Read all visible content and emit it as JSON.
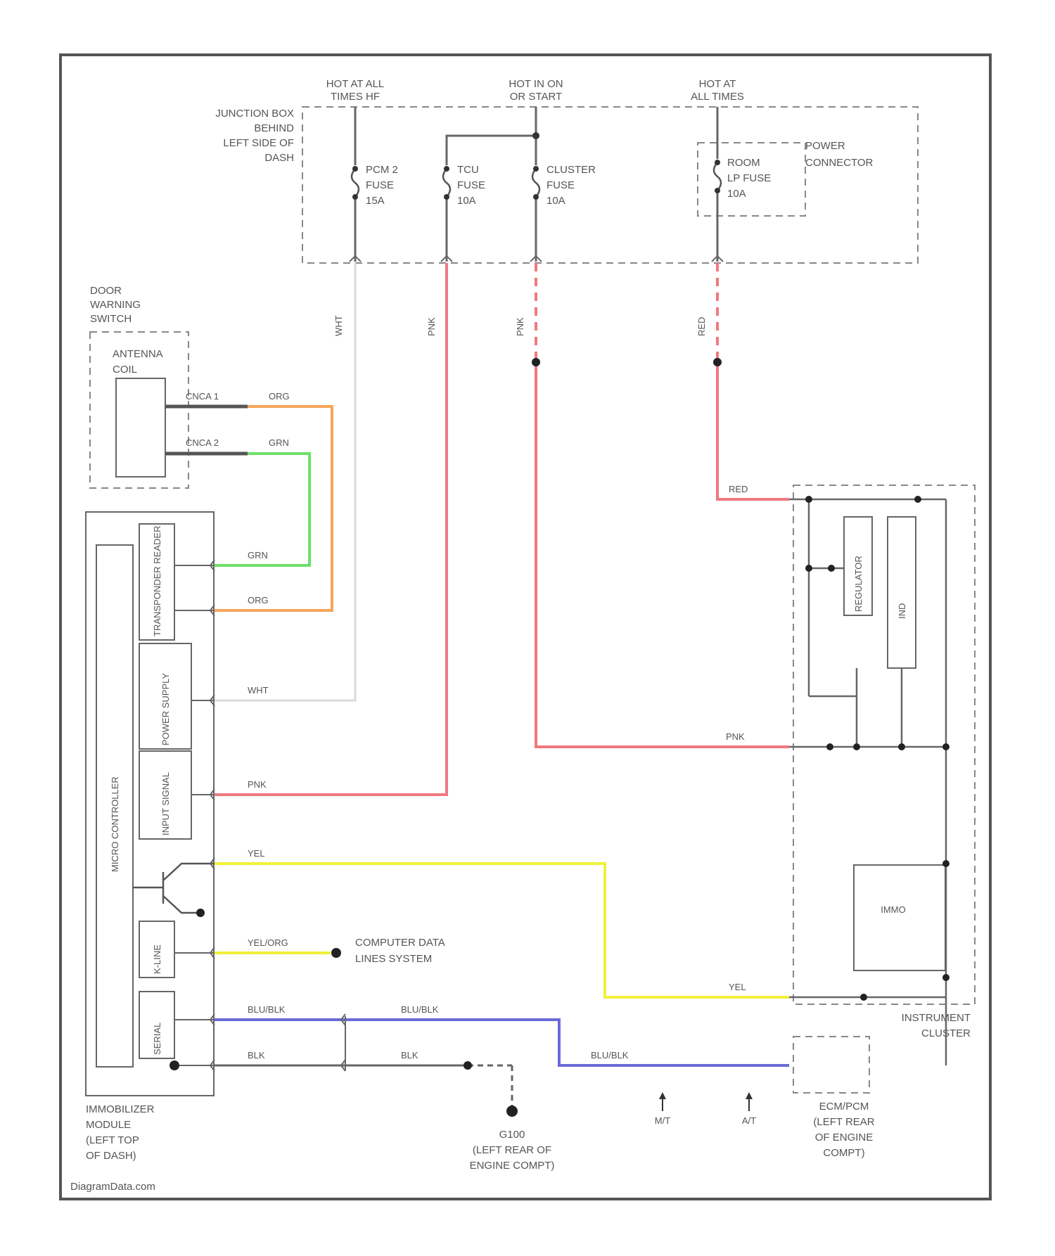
{
  "power": {
    "sources": [
      "HOT AT ALL",
      "TIMES HF",
      "HOT IN ON",
      "OR START",
      "HOT AT",
      "ALL TIMES"
    ],
    "junction_box": [
      "JUNCTION BOX",
      "BEHIND",
      "LEFT SIDE OF",
      "DASH"
    ],
    "fuses": [
      {
        "name": "PCM 2",
        "word": "FUSE",
        "amp": "15A"
      },
      {
        "name": "TCU",
        "word": "FUSE",
        "amp": "10A"
      },
      {
        "name": "CLUSTER",
        "word": "FUSE",
        "amp": "10A"
      },
      {
        "name": "ROOM",
        "word": "LP FUSE",
        "amp": "10A"
      }
    ],
    "power_connector": [
      "POWER",
      "CONNECTOR"
    ],
    "wire_labels": [
      "WHT",
      "PNK",
      "PNK",
      "RED"
    ]
  },
  "door_switch": {
    "title": [
      "DOOR",
      "WARNING",
      "SWITCH"
    ],
    "coil": [
      "ANTENNA",
      "COIL"
    ],
    "pins": [
      "CNCA 1",
      "CNCA 2"
    ],
    "wires": [
      "ORG",
      "GRN"
    ]
  },
  "module": {
    "blocks": [
      "TRANSPONDER READER",
      "POWER SUPPLY",
      "INPUT SIGNAL",
      "MICRO CONTROLLER",
      "K-LINE",
      "SERIAL"
    ],
    "pins": [
      {
        "wire": "GRN"
      },
      {
        "wire": "ORG"
      },
      {
        "wire": "WHT"
      },
      {
        "wire": "PNK"
      },
      {
        "wire": "YEL"
      },
      {
        "wire": "YEL/ORG"
      },
      {
        "wire": "BLU/BLK"
      },
      {
        "wire": "BLK"
      }
    ],
    "label": [
      "IMMOBILIZER",
      "MODULE",
      "(LEFT TOP",
      "OF DASH)"
    ]
  },
  "data_lines": [
    "COMPUTER DATA",
    "LINES SYSTEM"
  ],
  "ground": {
    "label": [
      "G100",
      "(LEFT REAR OF",
      "ENGINE COMPT)"
    ]
  },
  "ecm": {
    "label": [
      "ECM/PCM",
      "(LEFT REAR",
      "OF ENGINE",
      "COMPT)"
    ],
    "wire": "BLU/BLK",
    "pins": [
      "M/T",
      "A/T"
    ]
  },
  "cluster": {
    "wires": [
      "RED",
      "PNK",
      "YEL"
    ],
    "blocks": [
      "REGULATOR",
      "IND",
      "IMMO"
    ],
    "label": [
      "INSTRUMENT",
      "CLUSTER"
    ]
  },
  "watermark": "DiagramData.com",
  "colors": {
    "pink": "#f07880",
    "orange": "#f7a55a",
    "green": "#6ee06a",
    "yellow": "#f0f03a",
    "blue": "#6a6ad8",
    "white_wire": "#d8d8d8",
    "gray": "#666666"
  }
}
